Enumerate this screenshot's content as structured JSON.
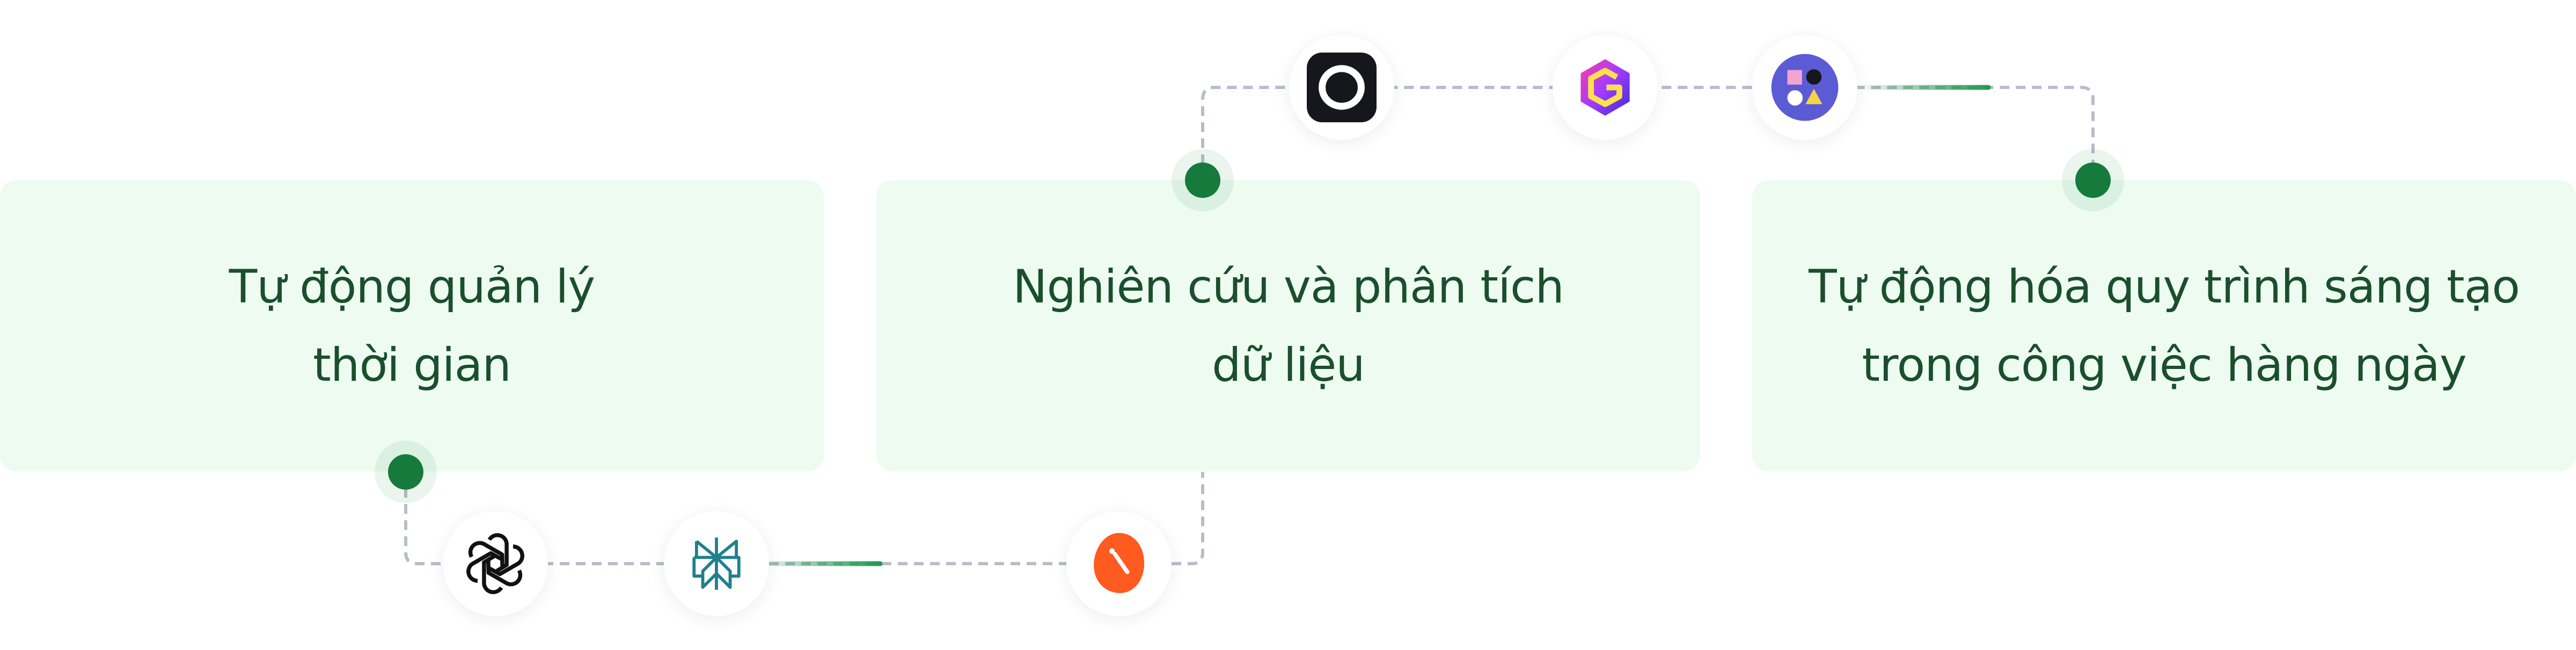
{
  "cards": [
    {
      "lines": [
        "Tự động quản lý",
        "thời gian"
      ]
    },
    {
      "lines": [
        "Nghiên cứu và phân tích",
        "dữ liệu"
      ]
    },
    {
      "lines": [
        "Tự động hóa quy trình sáng tạo",
        "trong công việc hàng ngày"
      ]
    }
  ],
  "logos": {
    "bottom": [
      "openai-logo-icon",
      "perplexity-logo-icon",
      "clockwise-logo-icon"
    ],
    "top": [
      "ring-app-logo-icon",
      "gamma-logo-icon",
      "shapes-app-logo-icon"
    ]
  },
  "colors": {
    "card_background": "#eefbf1",
    "card_text": "#1a4f2c",
    "node_dot": "#167a3d",
    "connector_dash": "#b9bcc9",
    "accent_gradient": "#1f9a4f"
  }
}
